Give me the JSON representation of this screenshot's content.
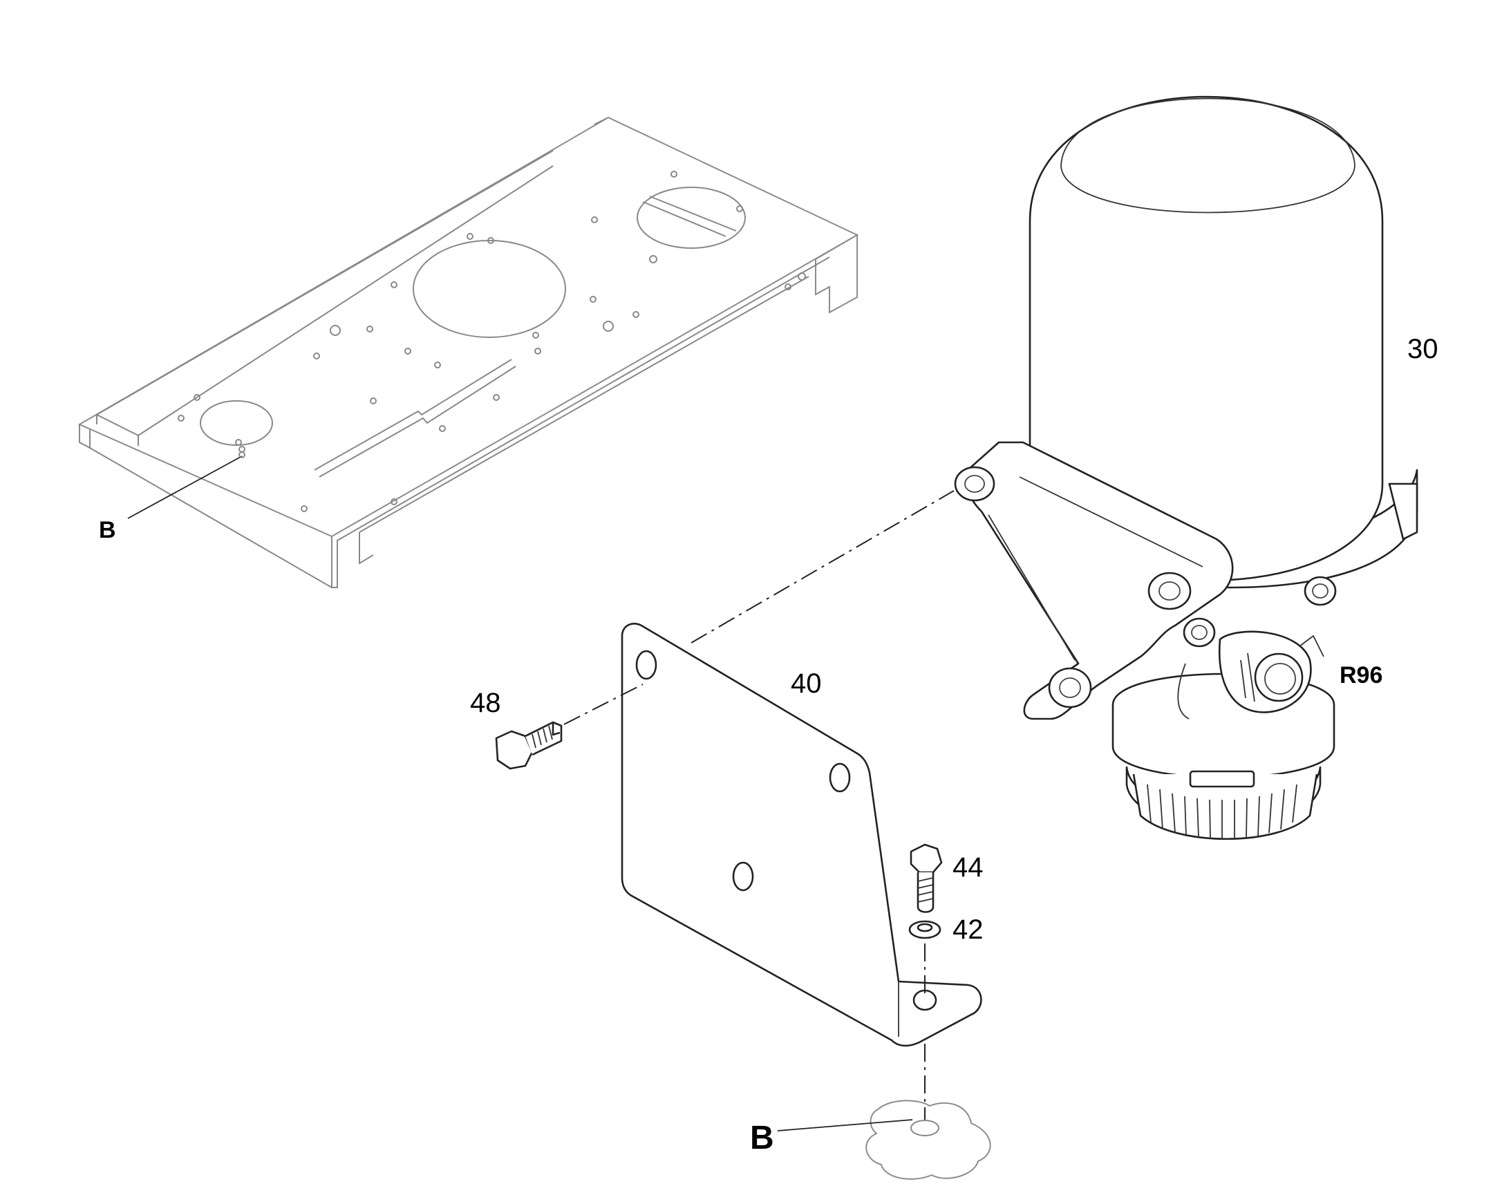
{
  "labels": {
    "filter_housing": "30",
    "bracket": "40",
    "washer": "42",
    "bolt_vertical": "44",
    "bolt_horizontal": "48",
    "valve_code": "R96",
    "ref_point_upper": "B",
    "ref_point_lower": "B"
  },
  "colors": {
    "line": "#222222",
    "faint_line": "#8c8c8c",
    "background": "#ffffff"
  }
}
